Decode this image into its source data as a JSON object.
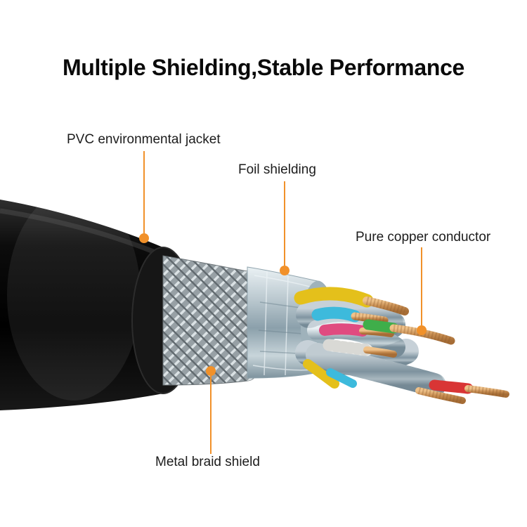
{
  "title": "Multiple Shielding,Stable Performance",
  "labels": {
    "pvc": "PVC environmental jacket",
    "foil": "Foil shielding",
    "copper": "Pure copper conductor",
    "braid": "Metal braid shield"
  },
  "colors": {
    "accent_orange": "#F1912A",
    "title_text": "#0A0A0A",
    "label_text": "#1C1C1C",
    "background": "#FFFFFF",
    "jacket_black": "#0B0B0B",
    "braid_gray": "#97A0A5",
    "foil_silver": "#B9C7CE",
    "copper": "#C88E52",
    "wire_yellow": "#E4C01B",
    "wire_cyan": "#3DBADC",
    "wire_pink": "#E04B80",
    "wire_green": "#3FAE4A",
    "wire_white": "#EFEFEC",
    "wire_red": "#D93535"
  }
}
